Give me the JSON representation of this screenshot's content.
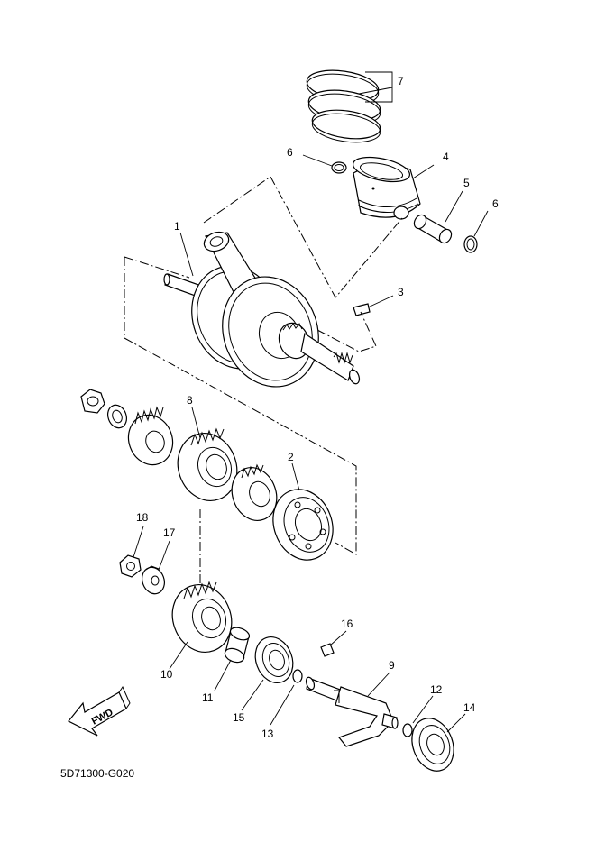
{
  "diagram": {
    "code": "5D71300-G020",
    "fwd_label": "FWD",
    "callouts": {
      "p1": "1",
      "p2": "2",
      "p3": "3",
      "p4": "4",
      "p5": "5",
      "p6a": "6",
      "p6b": "6",
      "p7": "7",
      "p8": "8",
      "p9": "9",
      "p10": "10",
      "p11": "11",
      "p12": "12",
      "p13": "13",
      "p14": "14",
      "p15": "15",
      "p16": "16",
      "p17": "17",
      "p18": "18"
    }
  }
}
